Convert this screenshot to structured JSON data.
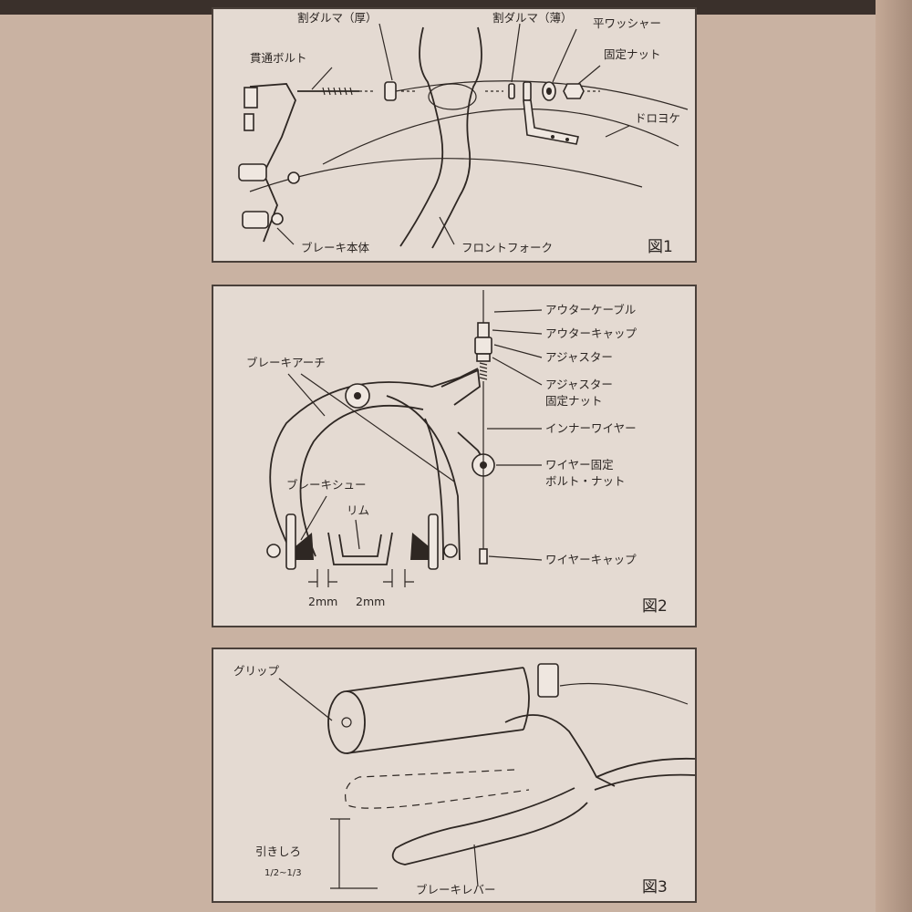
{
  "figure1": {
    "caption": "図1",
    "labels": {
      "through_bolt": "貫通ボルト",
      "spacer_thick": "割ダルマ（厚）",
      "spacer_thin": "割ダルマ（薄）",
      "flat_washer": "平ワッシャー",
      "fixing_nut": "固定ナット",
      "mudguard": "ドロヨケ",
      "brake_body": "ブレーキ本体",
      "front_fork": "フロントフォーク"
    }
  },
  "figure2": {
    "caption": "図2",
    "labels": {
      "outer_cable": "アウターケーブル",
      "outer_cap": "アウターキャップ",
      "adjuster": "アジャスター",
      "adjuster_nut_line1": "アジャスター",
      "adjuster_nut_line2": "固定ナット",
      "inner_wire": "インナーワイヤー",
      "wire_fix_line1": "ワイヤー固定",
      "wire_fix_line2": "ボルト・ナット",
      "wire_cap": "ワイヤーキャップ",
      "brake_arch": "ブレーキアーチ",
      "brake_shoe": "ブレーキシュー",
      "rim": "リム",
      "gap_left": "2mm",
      "gap_right": "2mm"
    }
  },
  "figure3": {
    "caption": "図3",
    "labels": {
      "grip": "グリップ",
      "pull_travel": "引きしろ",
      "pull_ratio": "1/2~1/3",
      "brake_lever": "ブレーキレバー"
    }
  }
}
